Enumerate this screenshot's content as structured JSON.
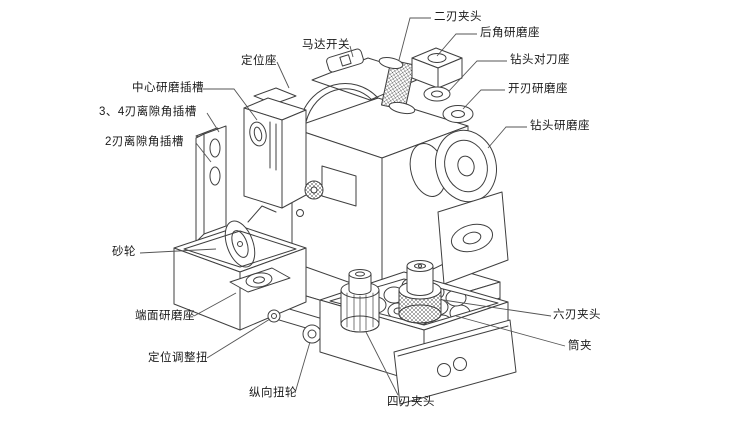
{
  "style": {
    "background": "#ffffff",
    "line_color": "#3f3f3f",
    "leader_color": "#555555",
    "label_color": "#1a1a1a"
  },
  "labels": {
    "two_flute_chuck": {
      "text": "二刃夹头"
    },
    "rear_relief_grinding_seat": {
      "text": "后角研磨座"
    },
    "motor_switch": {
      "text": "马达开关"
    },
    "positioning_seat": {
      "text": "定位座"
    },
    "drill_alignment_seat": {
      "text": "钻头对刀座"
    },
    "center_grinding_slot": {
      "text": "中心研磨插槽"
    },
    "edge_opening_grinding_seat": {
      "text": "开刃研磨座"
    },
    "relief_angle_slot_3_4": {
      "text": "3、4刃离隙角插槽"
    },
    "drill_grinding_seat": {
      "text": "钻头研磨座"
    },
    "relief_angle_slot_2": {
      "text": "2刃离隙角插槽"
    },
    "grinding_wheel": {
      "text": "砂轮"
    },
    "end_face_grinding_seat": {
      "text": "端面研磨座"
    },
    "positioning_adjust_knob": {
      "text": "定位调整扭"
    },
    "longitudinal_knob": {
      "text": "纵向扭轮"
    },
    "four_flute_chuck": {
      "text": "四刃夹头"
    },
    "six_flute_chuck": {
      "text": "六刃夹头"
    },
    "collet": {
      "text": "筒夹"
    }
  }
}
